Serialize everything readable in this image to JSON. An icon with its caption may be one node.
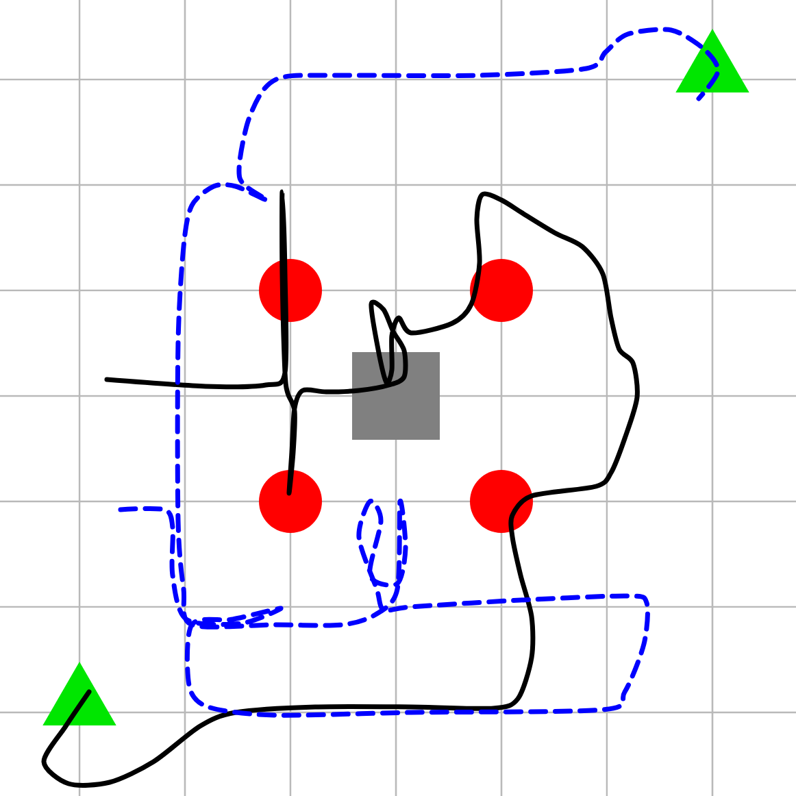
{
  "diagram": {
    "nodes": [
      {
        "text": [],
        "shape": "triangle"
      },
      {
        "text": [],
        "shape": "circle"
      },
      {
        "text": [],
        "shape": "circle"
      },
      {
        "text": [],
        "shape": "box"
      },
      {
        "text": [],
        "shape": "circle"
      },
      {
        "text": [],
        "shape": "circle"
      },
      {
        "text": [],
        "shape": "triangle"
      }
    ]
  }
}
